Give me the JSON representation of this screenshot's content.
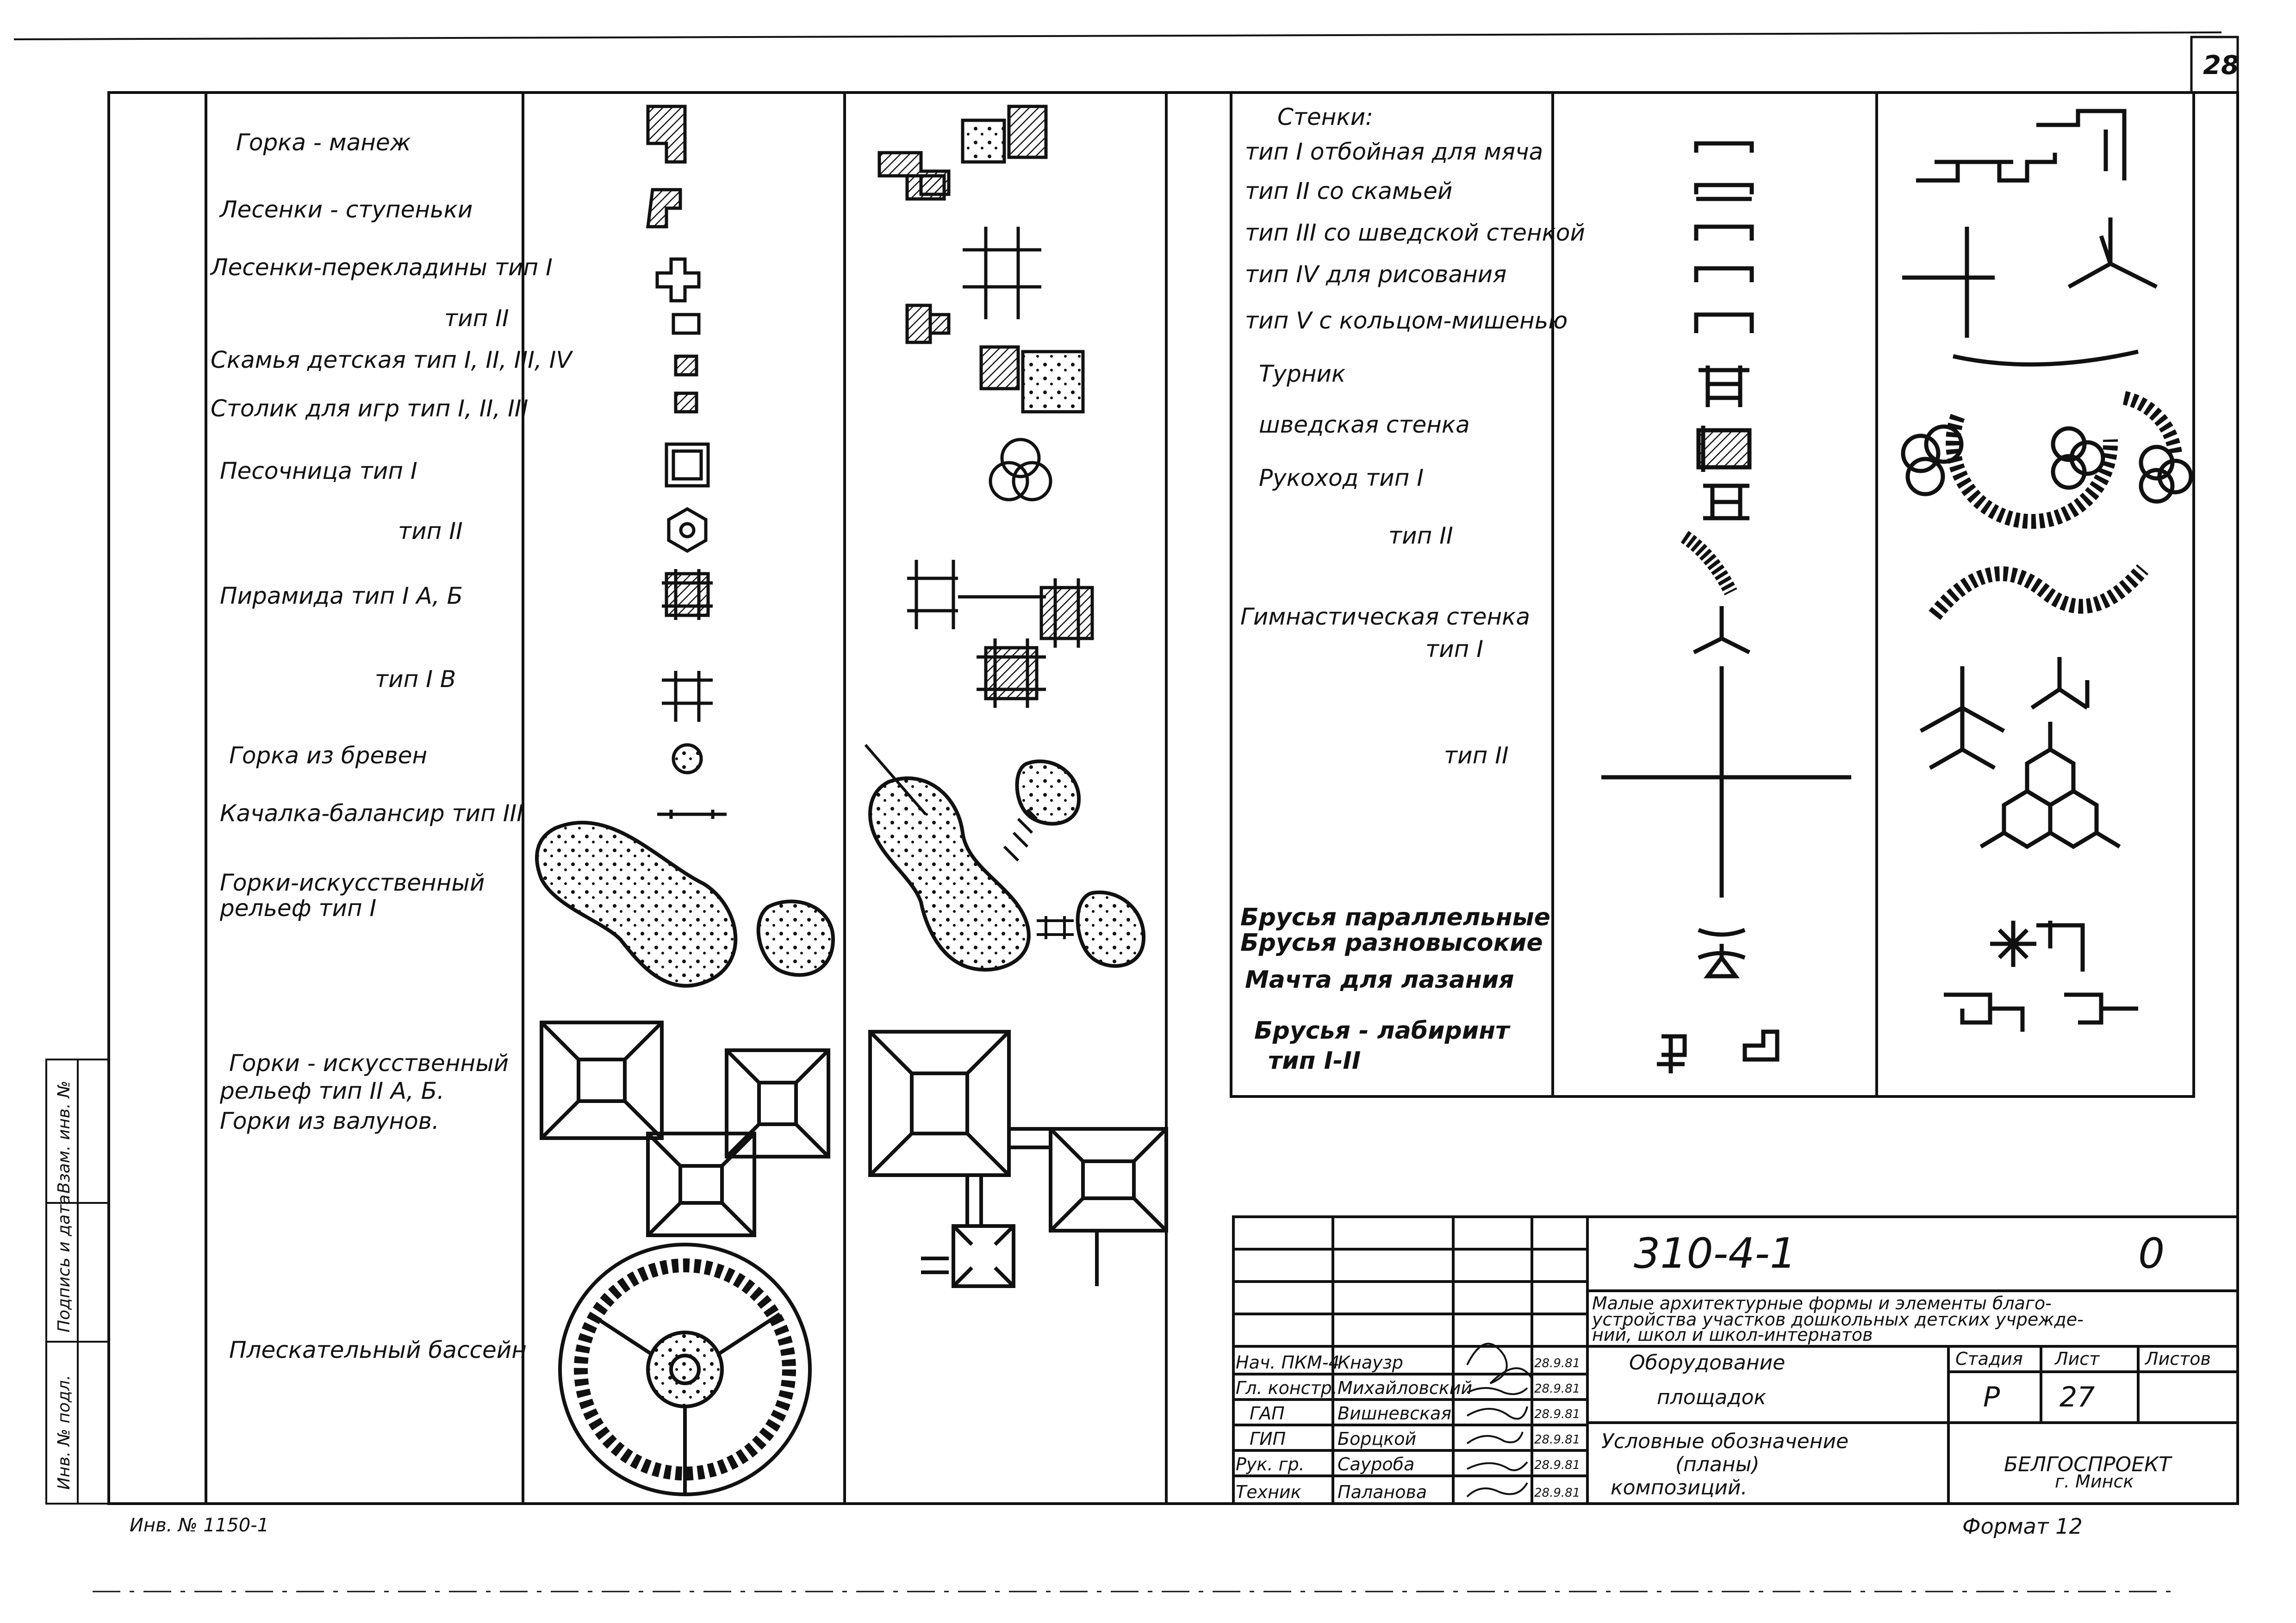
{
  "sheet_number": "28",
  "left_legend": [
    "Горка - манеж",
    "Лесенки - ступеньки",
    "Лесенки-перекладины тип I",
    "тип II",
    "Скамья детская тип I, II, III, IV",
    "Столик для игр тип I, II, III",
    "Песочница тип I",
    "тип II",
    "Пирамида тип I А, Б",
    "тип I В",
    "Горка из бревен",
    "Качалка-балансир тип III",
    "Горки-искусственный",
    "рельеф тип I",
    "Горки - искусственный",
    "рельеф тип II А, Б.",
    "Горки из валунов.",
    "Плескательный бассейн"
  ],
  "right_legend": [
    "Стенки:",
    "тип I отбойная для мяча",
    "тип II со скамьей",
    "тип III со шведской стенкой",
    "тип IV для рисования",
    "тип V с кольцом-мишенью",
    "Турник",
    "шведская стенка",
    "Рукоход тип I",
    "тип II",
    "Гимнастическая стенка",
    "тип I",
    "тип II",
    "Брусья параллельные",
    "Брусья разновысокие",
    "Мачта для лазания",
    "Брусья - лабиринт",
    "тип I-II"
  ],
  "title_block": {
    "doc_code": "310-4-1",
    "issue": "0",
    "project_title_lines": [
      "Малые архитектурные формы и элементы благо-",
      "устройства участков дошкольных детских учрежде-",
      "ний, школ и школ-интернатов"
    ],
    "sheet_title_1": "Оборудование",
    "sheet_title_2": "площадок",
    "drawing_title_lines": [
      "Условные обозначение",
      "(планы)",
      "композиций."
    ],
    "stage_header": "Стадия",
    "sheet_header": "Лист",
    "sheets_header": "Листов",
    "stage": "Р",
    "sheet": "27",
    "org": "БЕЛГОСПРОЕКТ",
    "city": "г. Минск",
    "signatures": [
      {
        "role": "Нач. ПКМ-4",
        "name": "Кнаузр",
        "date": "28.9.81"
      },
      {
        "role": "Гл. констр.",
        "name": "Михайловский",
        "date": "28.9.81"
      },
      {
        "role": "ГАП",
        "name": "Вишневская",
        "date": "28.9.81"
      },
      {
        "role": "ГИП",
        "name": "Борцкой",
        "date": "28.9.81"
      },
      {
        "role": "Рук. гр.",
        "name": "Сауроба",
        "date": "28.9.81"
      },
      {
        "role": "Техник",
        "name": "Паланова",
        "date": "28.9.81"
      }
    ]
  },
  "side_stamp": [
    "Инв. № подл.",
    "Подпись и дата",
    "Взам. инв. №"
  ],
  "bottom_left": "Инв. № 1150-1",
  "format": "Формат 12"
}
